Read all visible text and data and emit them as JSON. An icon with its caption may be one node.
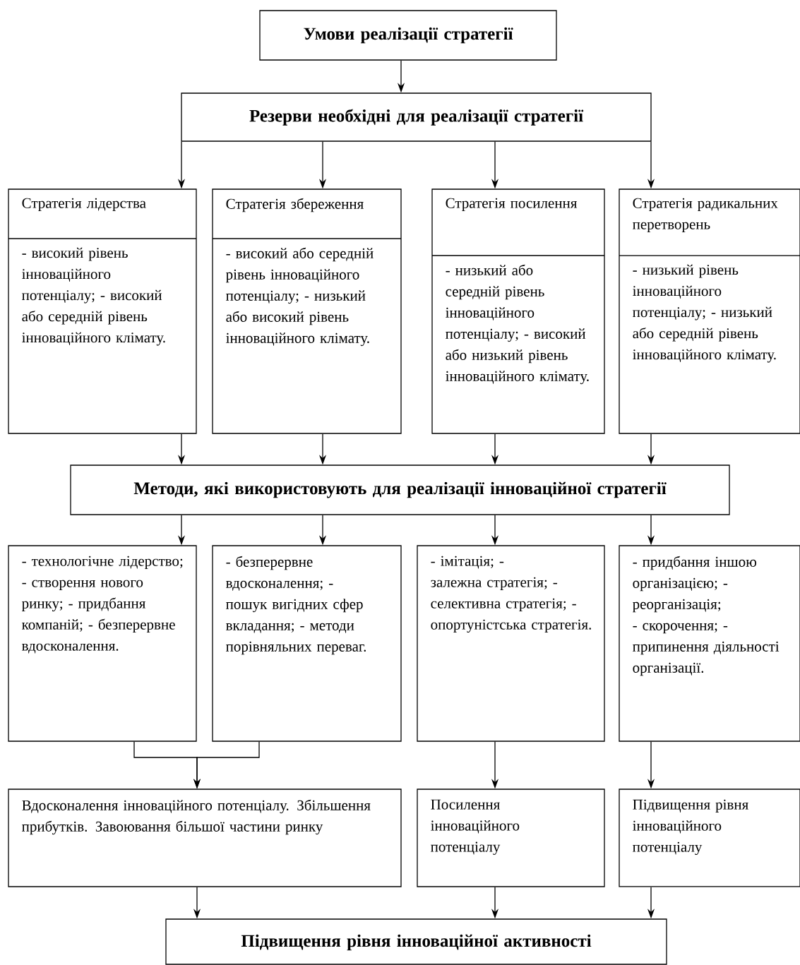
{
  "diagram": {
    "nodes": [
      {
        "text": [
          "Умови реалізації стратегії"
        ]
      },
      {
        "text": [
          "Резерви необхідні для реалізації стратегії"
        ]
      },
      {
        "text": [
          "Стратегія лідерства",
          "- високий рівень інноваційного потенціалу; - високий або середній рівень інноваційного клімату."
        ]
      },
      {
        "text": [
          "Стратегія збереження",
          "- високий або середній рівень інноваційного потенціалу; - низький або високий рівень інноваційного клімату."
        ]
      },
      {
        "text": [
          "Стратегія посилення",
          "- низький або середній рівень інноваційного потенціалу; - високий або низький рівень інноваційного клімату."
        ]
      },
      {
        "text": [
          "Стратегія радикальних перетворень",
          "- низький рівень інноваційного потенціалу; - низький або середній рівень інноваційного клімату."
        ]
      },
      {
        "text": [
          "Методи, які використовують для реалізації інноваційної стратегії"
        ]
      },
      {
        "text": [
          "- технологічне лідерство; - створення нового ринку; - придбання компаній; - безперервне вдосконалення."
        ]
      },
      {
        "text": [
          "- безперервне вдосконалення; - пошук вигідних сфер вкладання; - методи порівняльних переваг."
        ]
      },
      {
        "text": [
          "- імітація; - залежна стратегія; - селективна стратегія; - опортуністська стратегія."
        ]
      },
      {
        "text": [
          "- придбання іншою організацією; - реорганізація; - скорочення; - припинення діяльності організації."
        ]
      },
      {
        "text": [
          "Вдосконалення інноваційного потенціалу. Збільшення прибутків. Завоювання більшої частини ринку"
        ]
      },
      {
        "text": [
          "Посилення інноваційного потенціалу"
        ]
      },
      {
        "text": [
          "Підвищення рівня інноваційного потенціалу"
        ]
      },
      {
        "text": [
          "Підвищення рівня інноваційної активності"
        ]
      }
    ],
    "edges": [
      {
        "from": 0,
        "to": 1,
        "arrow": "to"
      },
      {
        "from": 1,
        "to": 2,
        "arrow": "to"
      },
      {
        "from": 1,
        "to": 3,
        "arrow": "to"
      },
      {
        "from": 1,
        "to": 4,
        "arrow": "to"
      },
      {
        "from": 1,
        "to": 5,
        "arrow": "to"
      },
      {
        "from": 2,
        "to": 6,
        "arrow": "to"
      },
      {
        "from": 3,
        "to": 6,
        "arrow": "to"
      },
      {
        "from": 4,
        "to": 6,
        "arrow": "to"
      },
      {
        "from": 5,
        "to": 6,
        "arrow": "to"
      },
      {
        "from": 6,
        "to": 7,
        "arrow": "to"
      },
      {
        "from": 6,
        "to": 8,
        "arrow": "to"
      },
      {
        "from": 6,
        "to": 9,
        "arrow": "to"
      },
      {
        "from": 6,
        "to": 10,
        "arrow": "to"
      },
      {
        "from": 7,
        "to": 11,
        "arrow": "to"
      },
      {
        "from": 8,
        "to": 11,
        "arrow": "to"
      },
      {
        "from": 9,
        "to": 12,
        "arrow": "to"
      },
      {
        "from": 10,
        "to": 13,
        "arrow": "to"
      },
      {
        "from": 11,
        "to": 14,
        "arrow": "to"
      },
      {
        "from": 12,
        "to": 14,
        "arrow": "to"
      },
      {
        "from": 13,
        "to": 14,
        "arrow": "to"
      }
    ]
  }
}
